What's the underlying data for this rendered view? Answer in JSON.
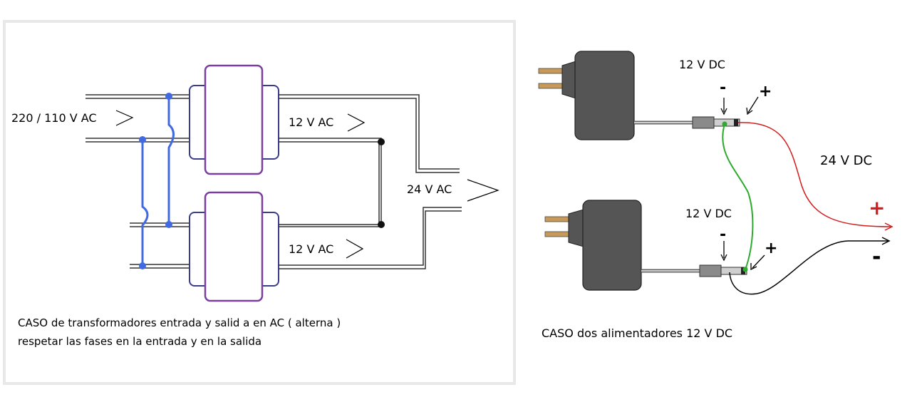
{
  "left_panel": {
    "input_label": "220 / 110  V AC",
    "output_top_label": "12  V  AC",
    "output_bottom_label": "12  V  AC",
    "total_label": "24 V AC",
    "caption_line1": "CASO  de  transformadores   entrada  y  salid a en AC  ( alterna )",
    "caption_line2": "respetar las  fases  en  la entrada  y en la  salida"
  },
  "right_panel": {
    "top_voltage": "12 V DC",
    "bottom_voltage": "12 V DC",
    "top_minus": "-",
    "top_plus": "+",
    "bottom_minus": "-",
    "bottom_plus": "+",
    "total_voltage": "24 V DC",
    "out_plus": "+",
    "out_minus": "-",
    "caption": "CASO   dos alimentadores  12  V DC"
  },
  "colors": {
    "panel_border": "#e8e8e8",
    "transformer_core": "#7a3ea1",
    "transformer_coil": "#3c3c8c",
    "input_wiring": "#4169e1",
    "adapter_body": "#555555",
    "plug_pins": "#c89a5a",
    "wire_positive": "#d21e1e",
    "wire_link": "#2eaa2e",
    "wire_negative": "#000000"
  }
}
